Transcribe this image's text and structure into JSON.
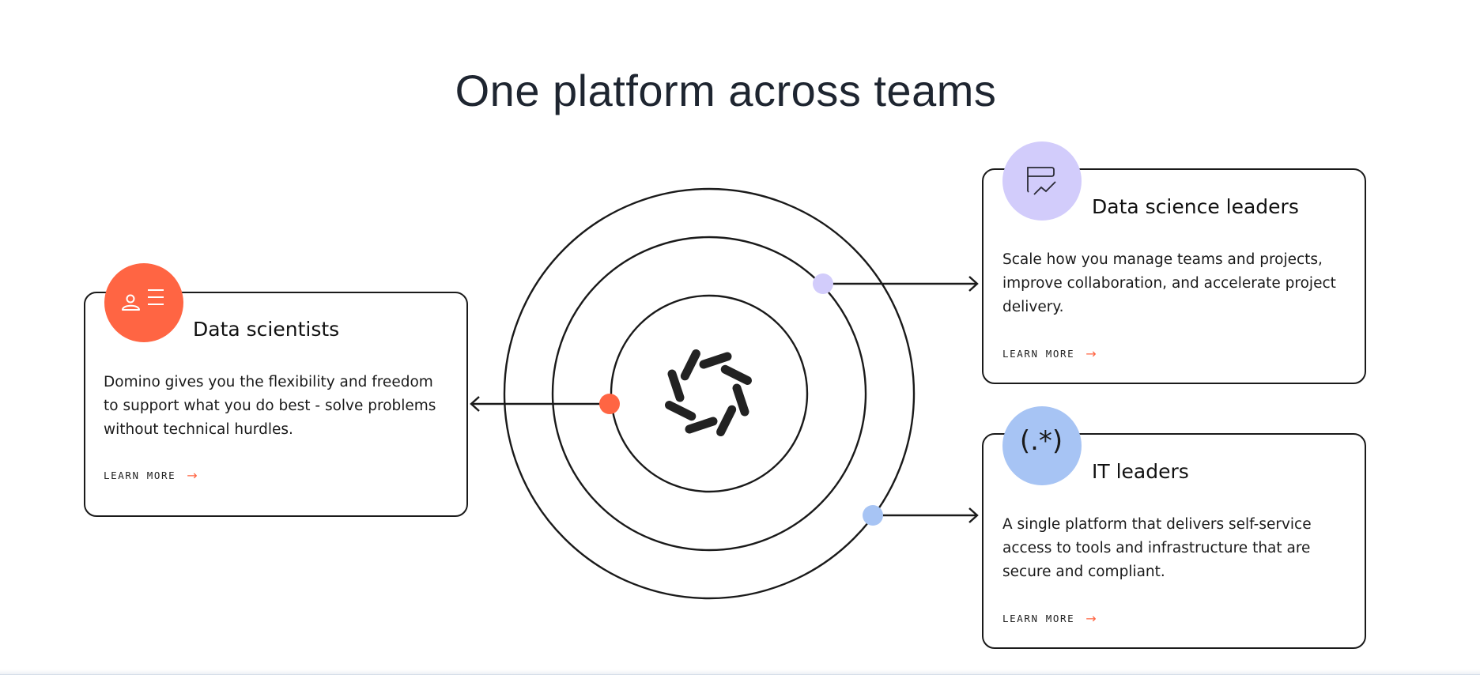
{
  "header": {
    "title": "One platform across teams"
  },
  "colors": {
    "orange": "#ff6543",
    "lilac": "#d2ccfb",
    "blue": "#a7c4f4",
    "stroke": "#1a1a1a"
  },
  "center_logo": {
    "icon": "domino-pinwheel-logo-icon"
  },
  "cards": [
    {
      "title": "Data scientists",
      "body": "Domino gives you the flexibility and freedom to support what you do best - solve problems without technical hurdles.",
      "link": "LEARN MORE",
      "icon": "user-list-icon",
      "color": "#ff6543"
    },
    {
      "title": "Data science leaders",
      "body": "Scale how you manage teams and projects, improve collaboration, and accelerate project delivery.",
      "link": "LEARN MORE",
      "icon": "chart-board-icon",
      "color": "#d2ccfb"
    },
    {
      "title": "IT leaders",
      "body": "A single platform that delivers self-service access to tools and infrastructure that are secure and compliant.",
      "link": "LEARN MORE",
      "icon": "regex-icon",
      "icon_text": "(.*)",
      "color": "#a7c4f4"
    }
  ]
}
